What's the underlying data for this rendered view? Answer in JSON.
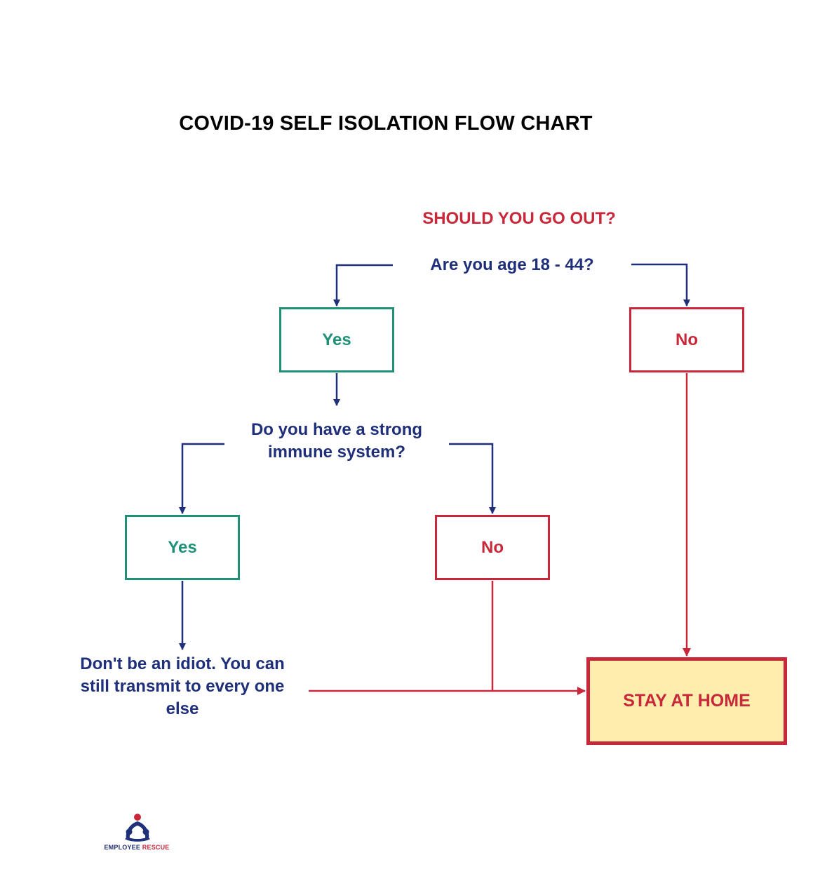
{
  "title": "COVID-19 SELF ISOLATION FLOW CHART",
  "heading": "SHOULD YOU GO OUT?",
  "question1": "Are you age 18 - 44?",
  "answer1_yes": "Yes",
  "answer1_no": "No",
  "question2_line1": "Do you have a strong",
  "question2_line2": "immune system?",
  "answer2_yes": "Yes",
  "answer2_no": "No",
  "advice_line1": "Don't be an idiot. You can",
  "advice_line2": "still transmit to every one",
  "advice_line3": "else",
  "outcome": "STAY AT HOME",
  "logo": {
    "word1": "EMPLOYEE",
    "word2": "RESCUE"
  },
  "colors": {
    "question": "#1f2f7a",
    "yes": "#1f9178",
    "no": "#c8283a",
    "outcome_fill": "#fdeeae"
  }
}
